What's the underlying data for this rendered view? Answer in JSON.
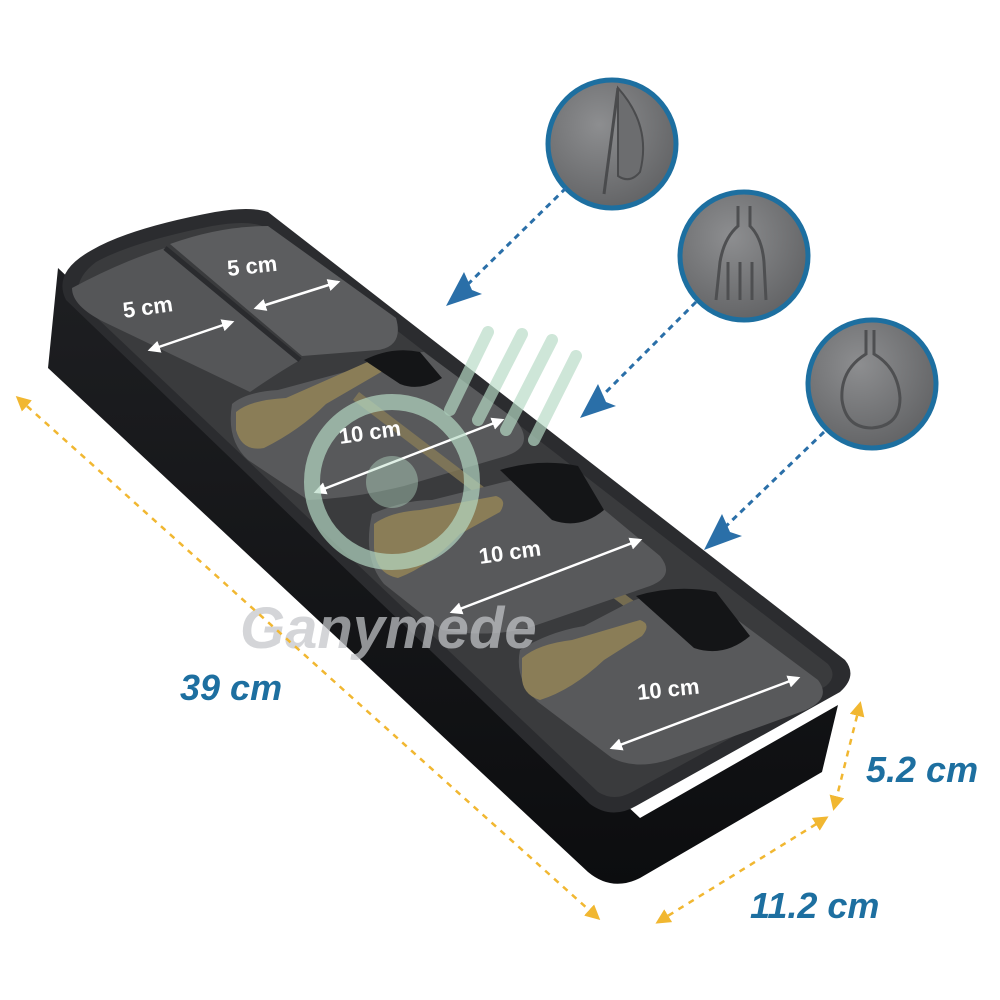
{
  "colors": {
    "tray_top": "#3a3b3d",
    "tray_side": "#141517",
    "tray_rim": "#26272a",
    "compartment": "#565759",
    "compartment_light": "#6a6b6d",
    "utensil": "#8a7d57",
    "outer_dimension": "#1d6fa0",
    "dimension_guide": "#f1b731",
    "arrow_blue": "#2a6fa8",
    "inner_arrow": "#ffffff",
    "badge_ring": "#1d6fa0",
    "badge_fill": "#7a7b7d",
    "watermark": "#b7dbc6",
    "watermark_text": "#c4c6c9"
  },
  "product": {
    "name": "cutlery-drawer-organizer",
    "icons": [
      "knife-icon",
      "fork-icon",
      "spoon-icon"
    ]
  },
  "dimensions": {
    "length": "39 cm",
    "width": "11.2 cm",
    "height": "5.2 cm"
  },
  "compartments": [
    {
      "label": "5 cm"
    },
    {
      "label": "5 cm"
    },
    {
      "label": "10 cm"
    },
    {
      "label": "10 cm"
    },
    {
      "label": "10 cm"
    }
  ],
  "watermark": {
    "text": "Ganymede"
  }
}
